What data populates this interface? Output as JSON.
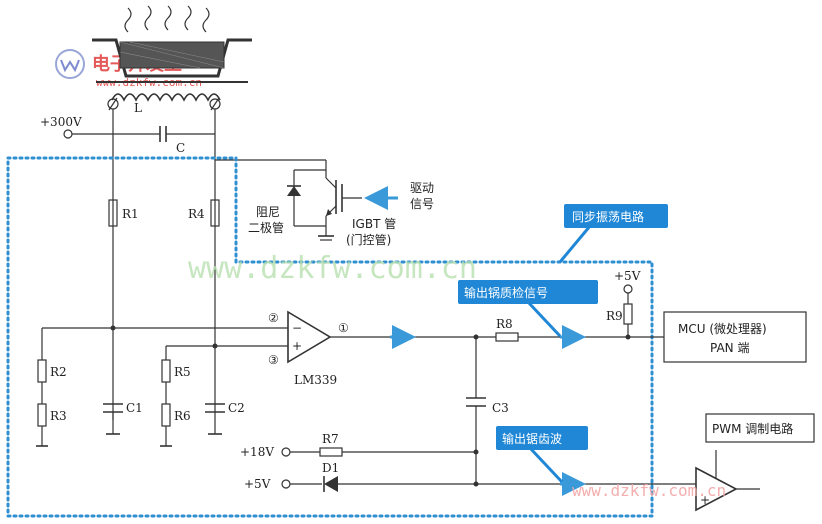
{
  "watermark": {
    "logo_text": "电子开发王",
    "site_top": "www.dzkfw.com.cn",
    "site_middle": "www.dzkfw.com.cn",
    "site_bottom": "www.dzkfw.com.cn"
  },
  "power": {
    "v300": "+300V",
    "v18": "+18V",
    "v5_top": "+5V",
    "v5_bottom": "+5V"
  },
  "components": {
    "L": "L",
    "C": "C",
    "R1": "R1",
    "R4": "R4",
    "R2": "R2",
    "R3": "R3",
    "R5": "R5",
    "R6": "R6",
    "R7": "R7",
    "R8": "R8",
    "R9": "R9",
    "C1": "C1",
    "C2": "C2",
    "C3": "C3",
    "D1": "D1",
    "comparator": "LM339",
    "pin1": "①",
    "pin2": "②",
    "pin3": "③",
    "minus": "−",
    "plus": "+"
  },
  "labels": {
    "damper_line1": "阻尼",
    "damper_line2": "二极管",
    "igbt_line1": "IGBT 管",
    "igbt_line2": "(门控管)",
    "drive_line1": "驱动",
    "drive_line2": "信号",
    "mcu_line1": "MCU (微处理器)",
    "mcu_line2": "PAN 端",
    "pwm": "PWM 调制电路"
  },
  "callouts": {
    "sync_osc": "同步振荡电路",
    "pot_detect": "输出锅质检信号",
    "sawtooth": "输出锯齿波"
  },
  "colors": {
    "dotted_border": "#2f8fd0",
    "callout_fill": "#1f87d6",
    "arrow": "#3a9ad9",
    "watermark_red": "#e45a5a",
    "pot_fill": "#555555"
  }
}
